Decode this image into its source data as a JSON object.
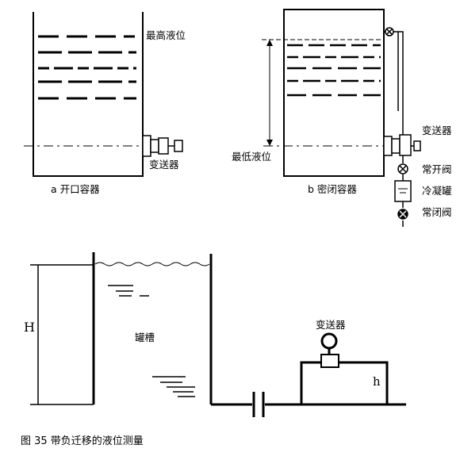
{
  "figure_a": {
    "label_max_level": "最高液位",
    "label_transmitter": "变送器",
    "caption": "a 开口容器"
  },
  "figure_b": {
    "label_min_level": "最低液位",
    "label_transmitter": "变送器",
    "label_normally_open_valve": "常开阀",
    "label_condensate_tank": "冷凝罐",
    "label_normally_closed_valve": "常闭阀",
    "caption": "b 密闭容器"
  },
  "figure_c": {
    "label_H": "H",
    "label_tank": "罐槽",
    "label_transmitter": "变送器",
    "label_h": "h"
  },
  "figure_caption": "图 35 带负迁移的液位测量"
}
